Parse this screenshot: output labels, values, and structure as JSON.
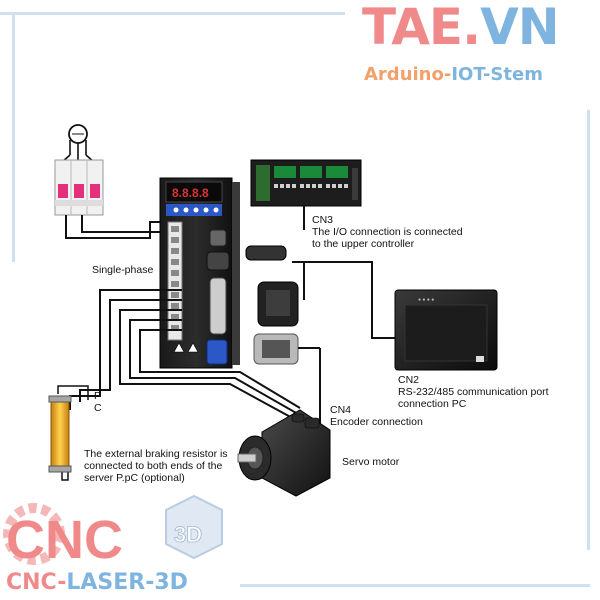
{
  "brand": {
    "logo_part1": "TAE",
    "logo_dot": ".",
    "logo_part2": "VN",
    "tagline_a": "Arduino-",
    "tagline_b": "IOT-Stem",
    "cnc_logo_text": "CNC",
    "cnc_logo_3d": "3D",
    "footer_a": "CNC-",
    "footer_b": "LASER-3D"
  },
  "labels": {
    "single_phase": "Single-phase",
    "cn3_title": "CN3",
    "cn3_line1": "The I/O connection is connected",
    "cn3_line2": "to the upper controller",
    "cn2_title": "CN2",
    "cn2_line1": "RS-232/485 communication port",
    "cn2_line2": "connection PC",
    "cn4_title": "CN4",
    "cn4_line1": "Encoder connection",
    "servo_motor": "Servo motor",
    "brake_line1": "The external braking resistor is",
    "brake_line2": "connected to both ends of the",
    "brake_line3": "server P.pC (optional)",
    "terminal_p": "P",
    "terminal_c": "C"
  },
  "colors": {
    "logo_pink": "#f08a8a",
    "logo_blue": "#7fb3e0",
    "tagline_orange": "#f2a16b",
    "tagline_blue": "#7eb5df",
    "frame": "#cfe0f0",
    "drive_blue": "#2c57c6",
    "wire": "#111111"
  },
  "icons": {
    "breaker": "circuit-breaker-icon",
    "drive": "servo-drive-icon",
    "plc": "plc-controller-icon",
    "hmi": "touch-panel-icon",
    "connector": "db-connector-icon",
    "motor": "servo-motor-icon",
    "resistor": "brake-resistor-icon"
  }
}
